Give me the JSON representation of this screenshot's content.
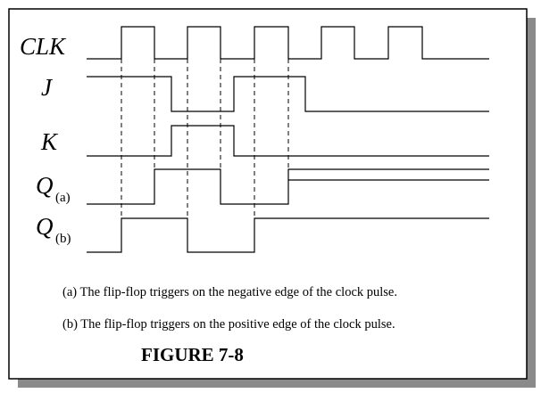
{
  "signals": [
    {
      "id": "clk",
      "name": "CLK",
      "subscript": ""
    },
    {
      "id": "j",
      "name": "J",
      "subscript": ""
    },
    {
      "id": "k",
      "name": "K",
      "subscript": ""
    },
    {
      "id": "qa",
      "name": "Q",
      "subscript": "(a)"
    },
    {
      "id": "qb",
      "name": "Q",
      "subscript": "(b)"
    }
  ],
  "captions": {
    "a": "(a)  The flip-flop triggers on the negative edge of the clock pulse.",
    "b": "(b)  The flip-flop triggers on the positive edge of the clock pulse."
  },
  "figure_label": "FIGURE 7-8"
}
